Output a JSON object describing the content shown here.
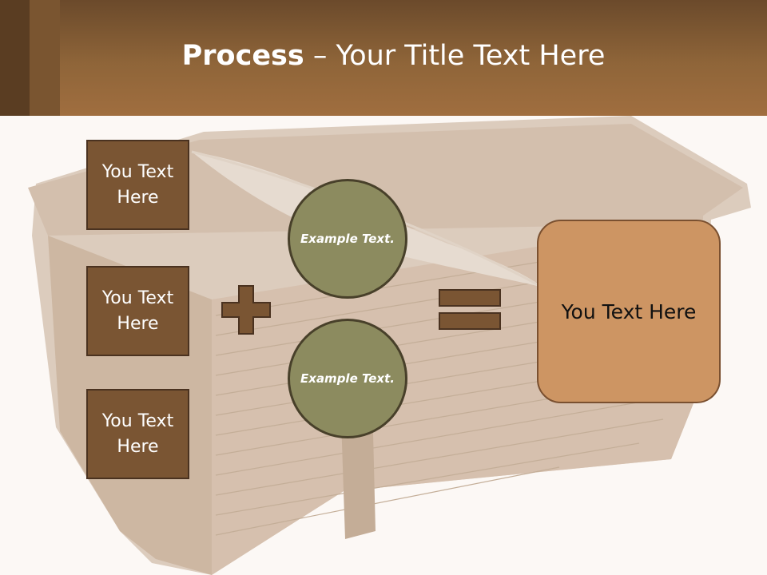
{
  "header": {
    "title_bold": "Process",
    "title_rest": " – Your Title Text Here"
  },
  "inputs": [
    {
      "label": "You Text Here"
    },
    {
      "label": "You Text Here"
    },
    {
      "label": "You Text Here"
    }
  ],
  "circles": [
    {
      "label": "Example Text."
    },
    {
      "label": "Example Text."
    }
  ],
  "result": {
    "label": "You Text Here"
  },
  "symbols": {
    "plus": "plus-icon",
    "equals": "equals-icon"
  },
  "colors": {
    "header_dark": "#6b4a2b",
    "box_fill": "#7a5533",
    "circle_fill": "#8c8b5f",
    "result_fill": "#cd9563",
    "background": "#fcf8f5"
  }
}
